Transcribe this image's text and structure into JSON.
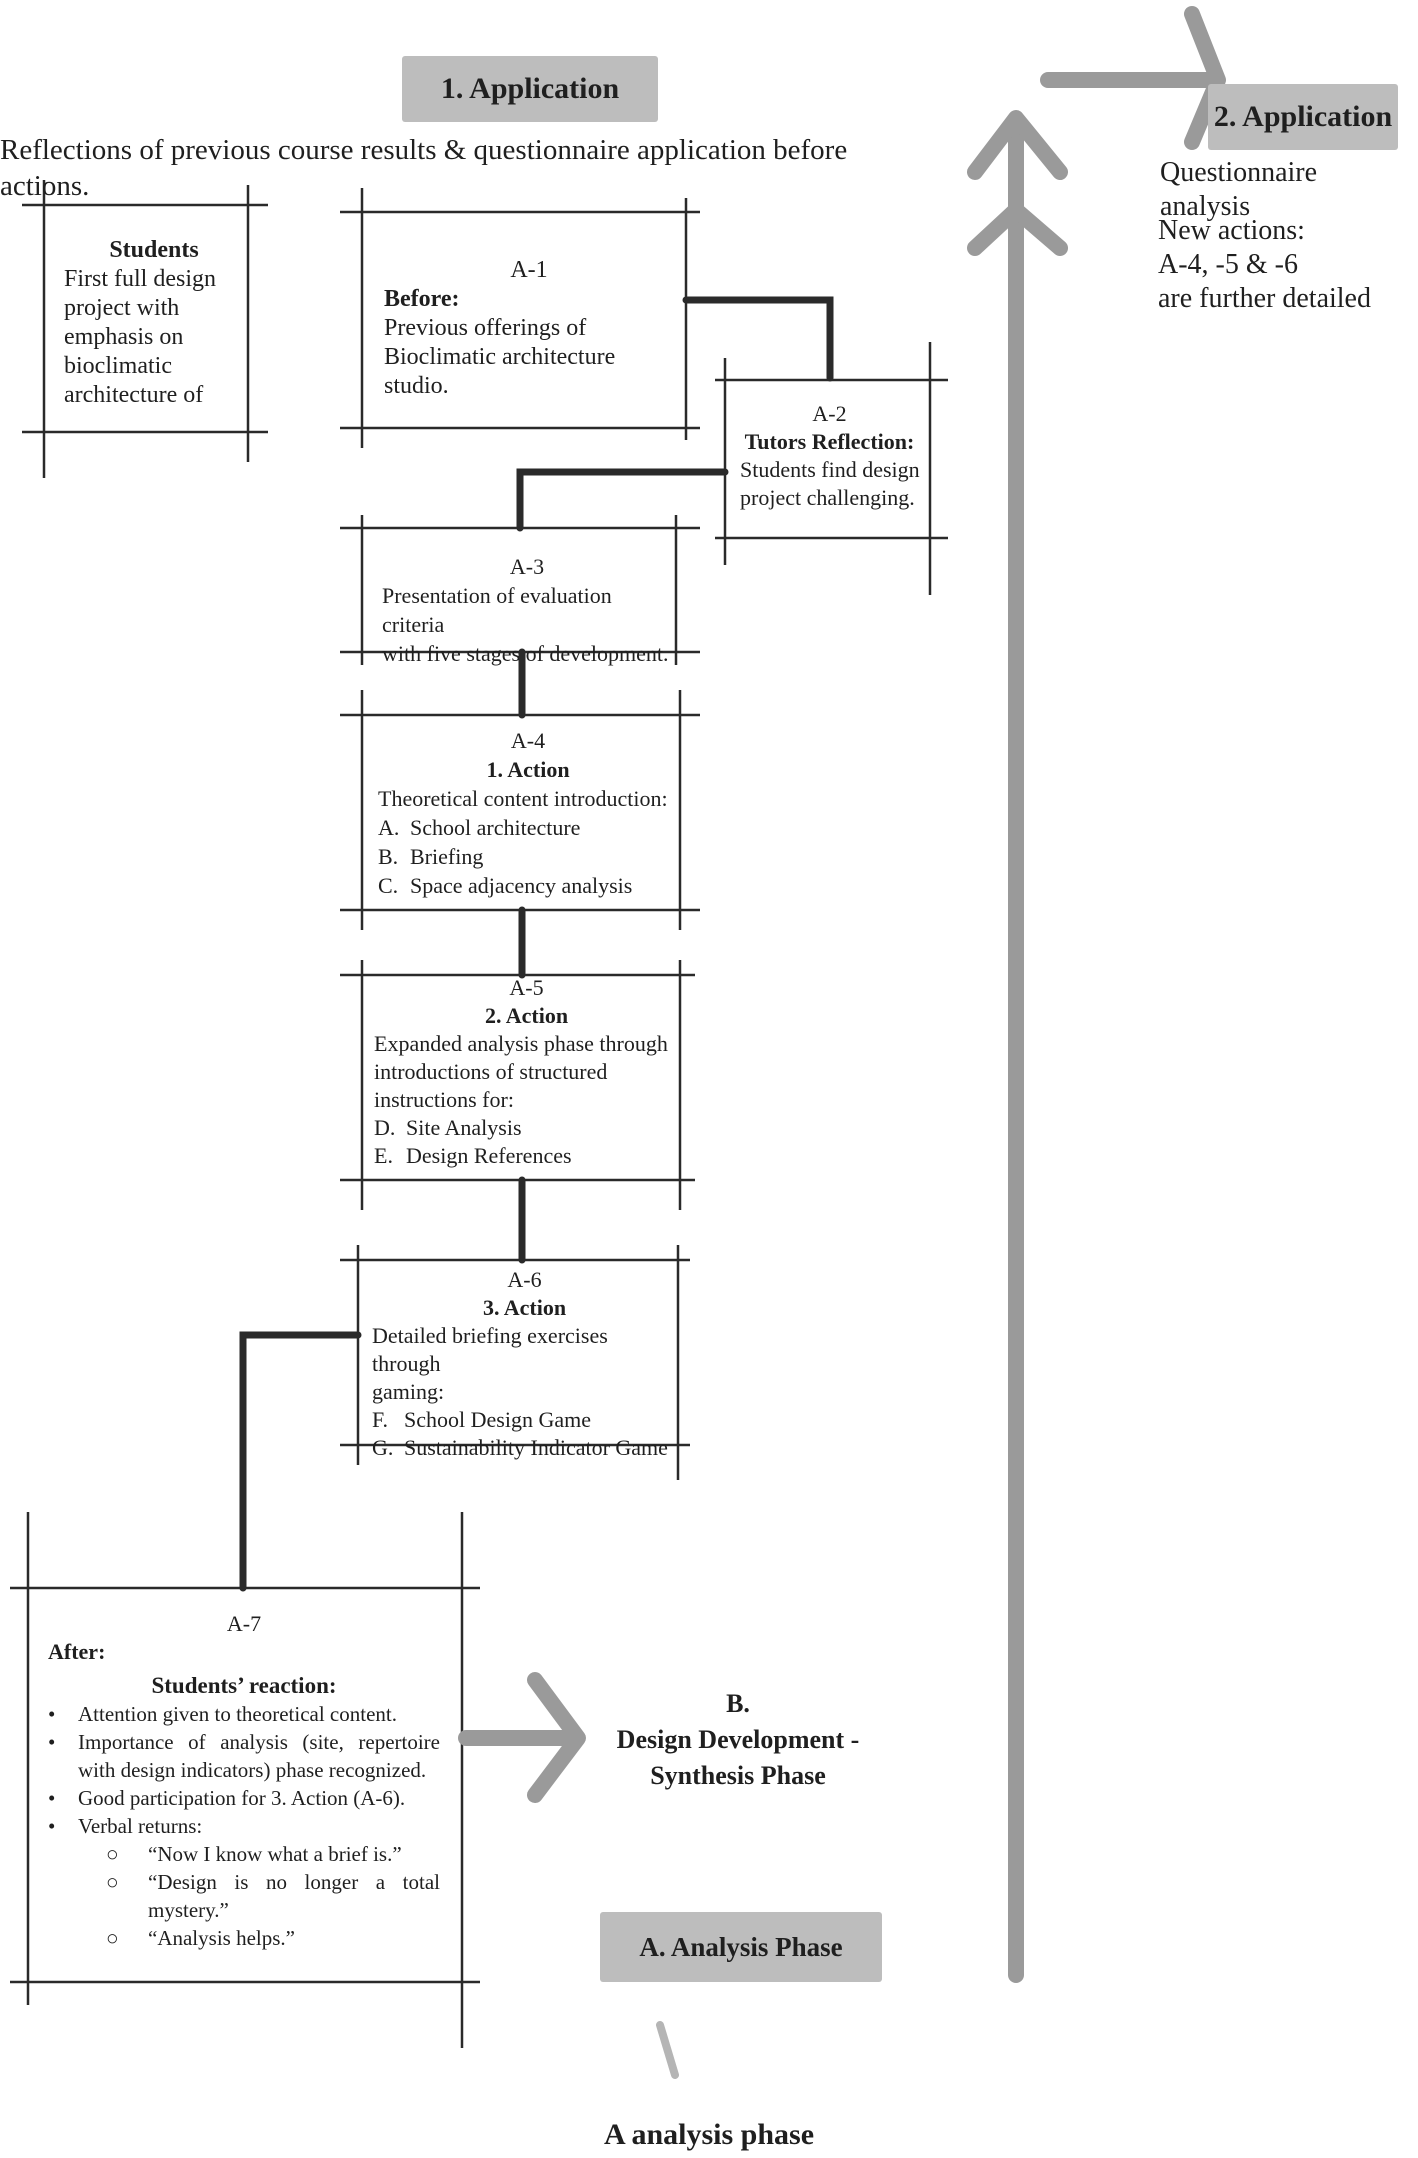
{
  "header": {
    "app1_tag": "1. Application",
    "subtitle": "Reflections of previous course results & questionnaire application before actions.",
    "app2_tag": "2. Application",
    "qa_label": "Questionnaire analysis",
    "new_actions": [
      "New actions:",
      "A-4, -5 & -6",
      "are further detailed"
    ]
  },
  "students": {
    "title": "Students",
    "lines": [
      "First full design",
      "project with",
      "emphasis on",
      "bioclimatic",
      "architecture of"
    ]
  },
  "a1": {
    "id": "A-1",
    "heading": "Before:",
    "lines": [
      "Previous offerings of",
      "Bioclimatic architecture",
      "studio."
    ]
  },
  "a2": {
    "id": "A-2",
    "heading": "Tutors Reflection:",
    "lines": [
      "Students find design",
      "project challenging."
    ]
  },
  "a3": {
    "id": "A-3",
    "lines": [
      "Presentation of evaluation criteria",
      "with five stages of development."
    ]
  },
  "a4": {
    "id": "A-4",
    "heading": "1. Action",
    "intro": "Theoretical content introduction:",
    "items": [
      {
        "marker": "A.",
        "text": "School architecture"
      },
      {
        "marker": "B.",
        "text": "Briefing"
      },
      {
        "marker": "C.",
        "text": "Space adjacency analysis"
      }
    ]
  },
  "a5": {
    "id": "A-5",
    "heading": "2. Action",
    "intro": [
      "Expanded analysis phase through",
      "introductions of structured",
      "instructions for:"
    ],
    "items": [
      {
        "marker": "D.",
        "text": "Site Analysis"
      },
      {
        "marker": "E.",
        "text": "Design References"
      }
    ]
  },
  "a6": {
    "id": "A-6",
    "heading": "3. Action",
    "intro": [
      "Detailed briefing exercises through",
      "gaming:"
    ],
    "items": [
      {
        "marker": "F.",
        "text": "School Design Game"
      },
      {
        "marker": "G.",
        "text": "Sustainability Indicator Game"
      }
    ]
  },
  "a7": {
    "id": "A-7",
    "after": "After:",
    "heading": "Students’ reaction:",
    "bullets": [
      "Attention given to theoretical content.",
      "Importance of analysis (site, repertoire with design indicators) phase recognized.",
      "Good participation for 3. Action (A-6).",
      "Verbal returns:"
    ],
    "quotes": [
      "“Now I know what a brief is.”",
      "“Design is no longer a total mystery.”",
      "“Analysis helps.”"
    ]
  },
  "phase_b": {
    "letter": "B.",
    "lines": [
      "Design Development -",
      "Synthesis Phase"
    ]
  },
  "phase_a_tag": "A. Analysis Phase",
  "caption": "A analysis phase",
  "colors": {
    "tag_bg": "#bdbdbd",
    "line": "#2a2a2a",
    "arrow": "#9a9a9a"
  }
}
